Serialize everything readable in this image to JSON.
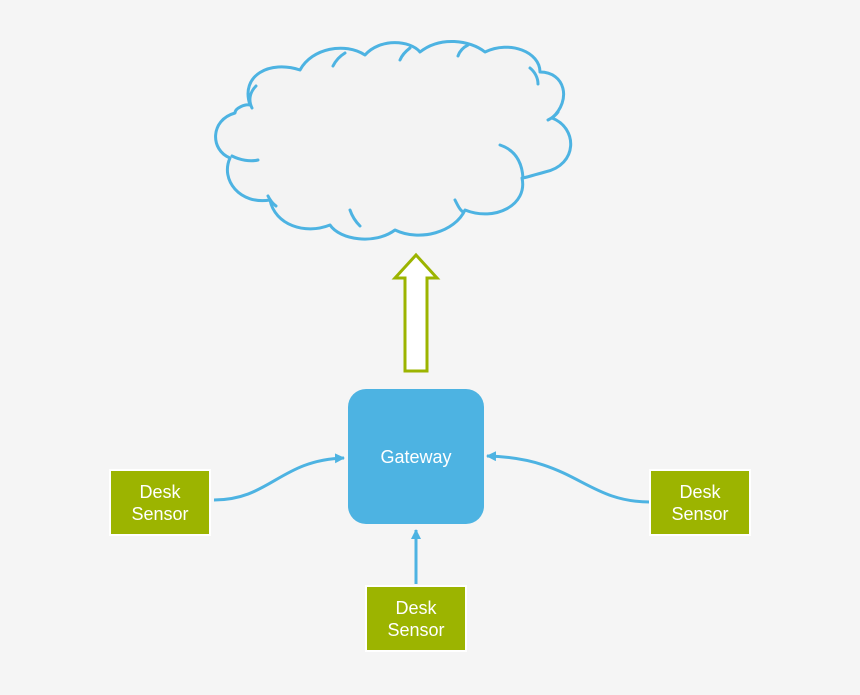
{
  "colors": {
    "background": "#f5f5f5",
    "cloud_fill": "#f3f3f3",
    "cloud_stroke": "#4db3e2",
    "gateway_fill": "#4db3e2",
    "sensor_fill": "#9cb400",
    "uplink_arrow": "#9cb400",
    "connector": "#4db3e2"
  },
  "gateway": {
    "label": "Gateway"
  },
  "sensors": {
    "left": {
      "label": "Desk\nSensor"
    },
    "right": {
      "label": "Desk\nSensor"
    },
    "bottom": {
      "label": "Desk\nSensor"
    }
  },
  "icons": {
    "cloud": "cloud-icon",
    "uplink": "hollow-up-arrow-icon"
  }
}
